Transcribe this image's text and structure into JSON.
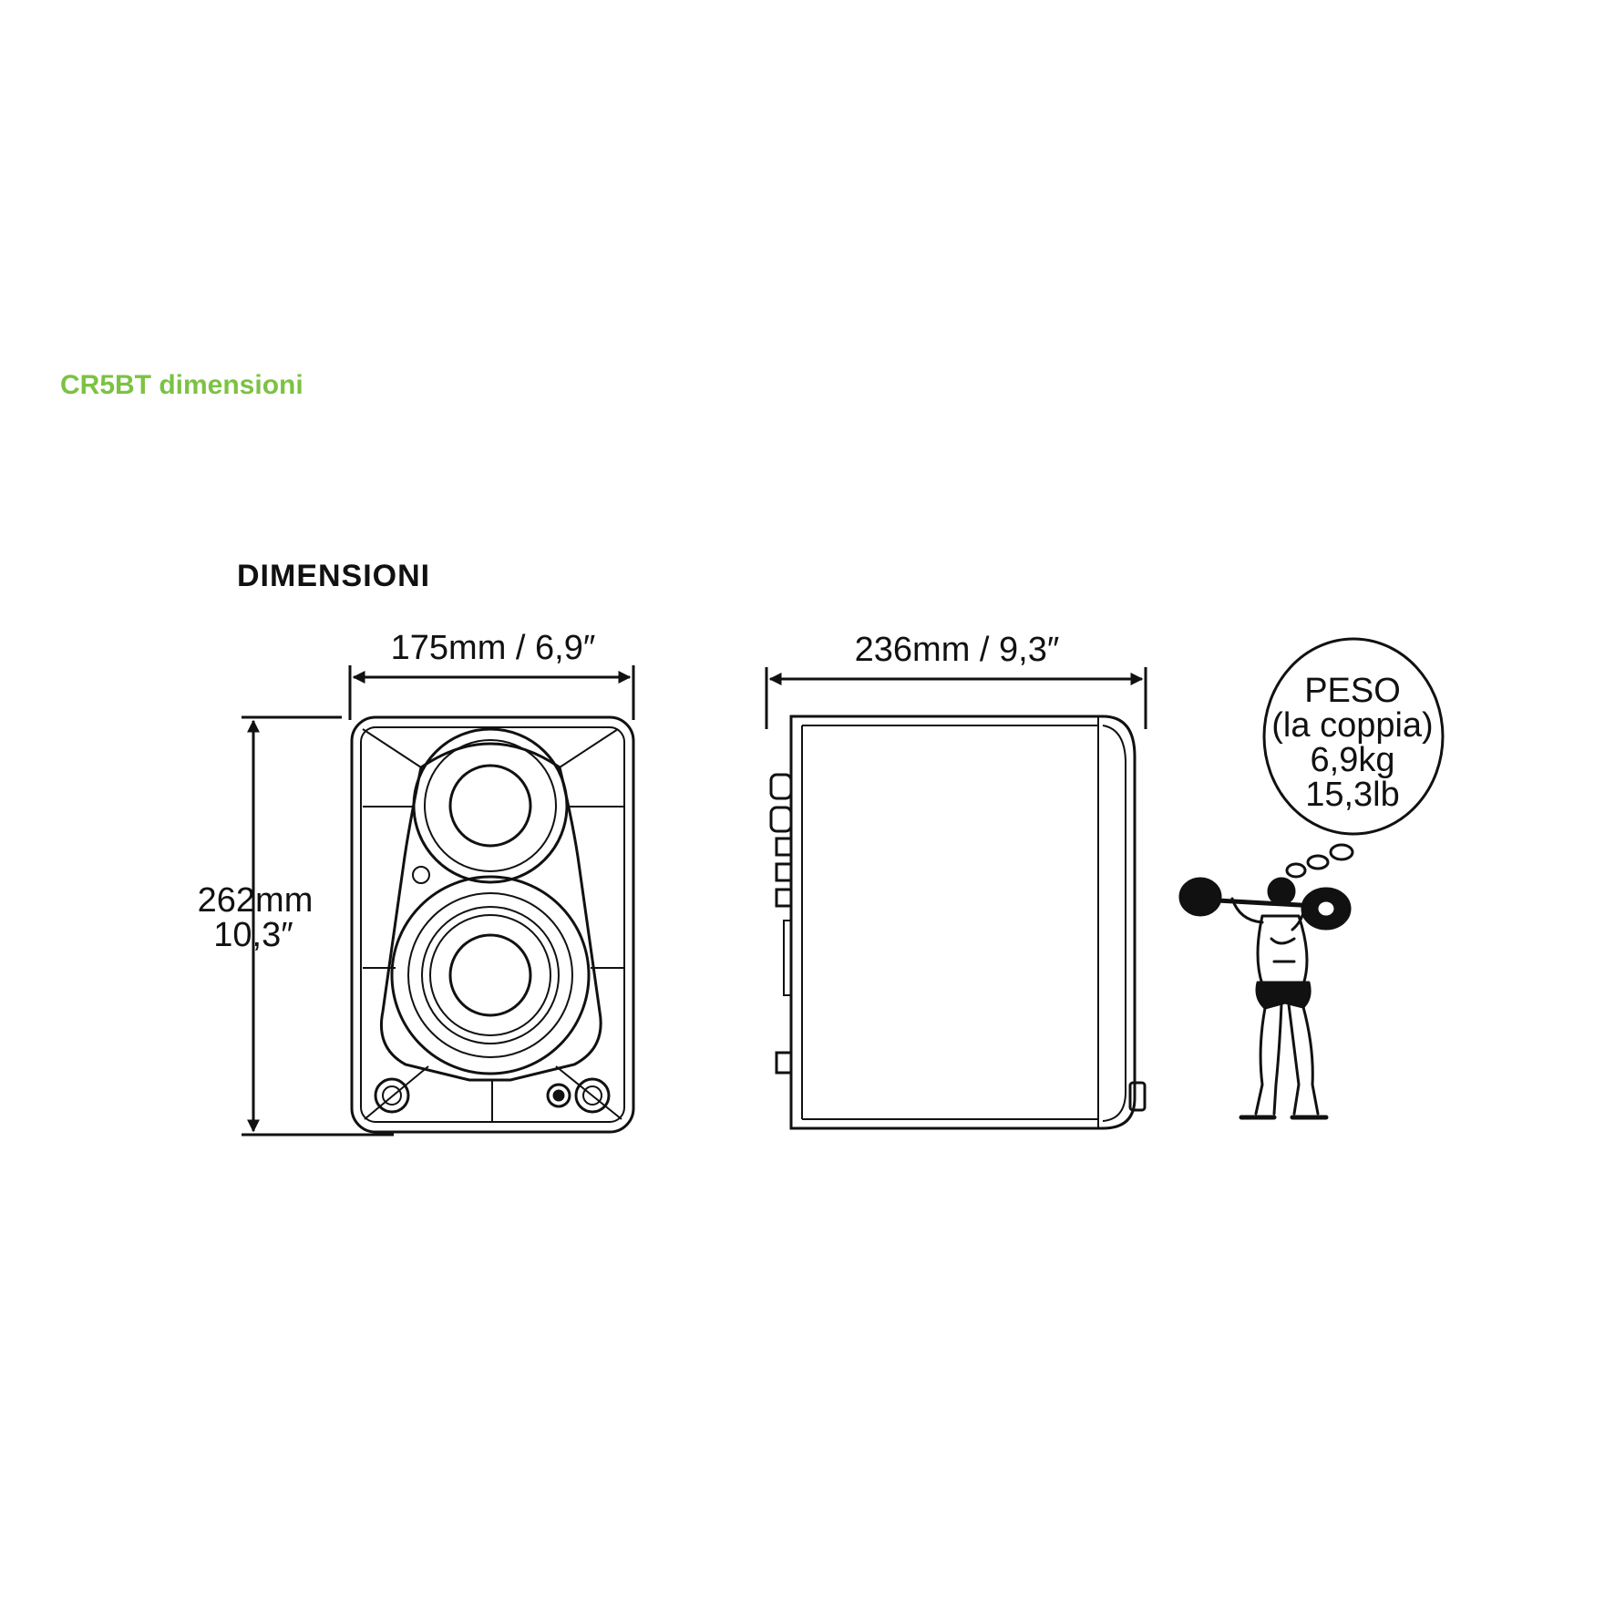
{
  "header": {
    "title": "CR5BT dimensioni"
  },
  "section": {
    "heading": "DIMENSIONI"
  },
  "front": {
    "width_label": "175mm / 6,9″",
    "height_mm": "262mm",
    "height_in": "10,3″"
  },
  "side": {
    "depth_label": "236mm / 9,3″"
  },
  "weight": {
    "title": "PESO",
    "note": "(la coppia)",
    "kg": "6,9kg",
    "lb": "15,3lb"
  },
  "colors": {
    "accent": "#7cc242",
    "ink": "#111111",
    "background": "#ffffff"
  }
}
